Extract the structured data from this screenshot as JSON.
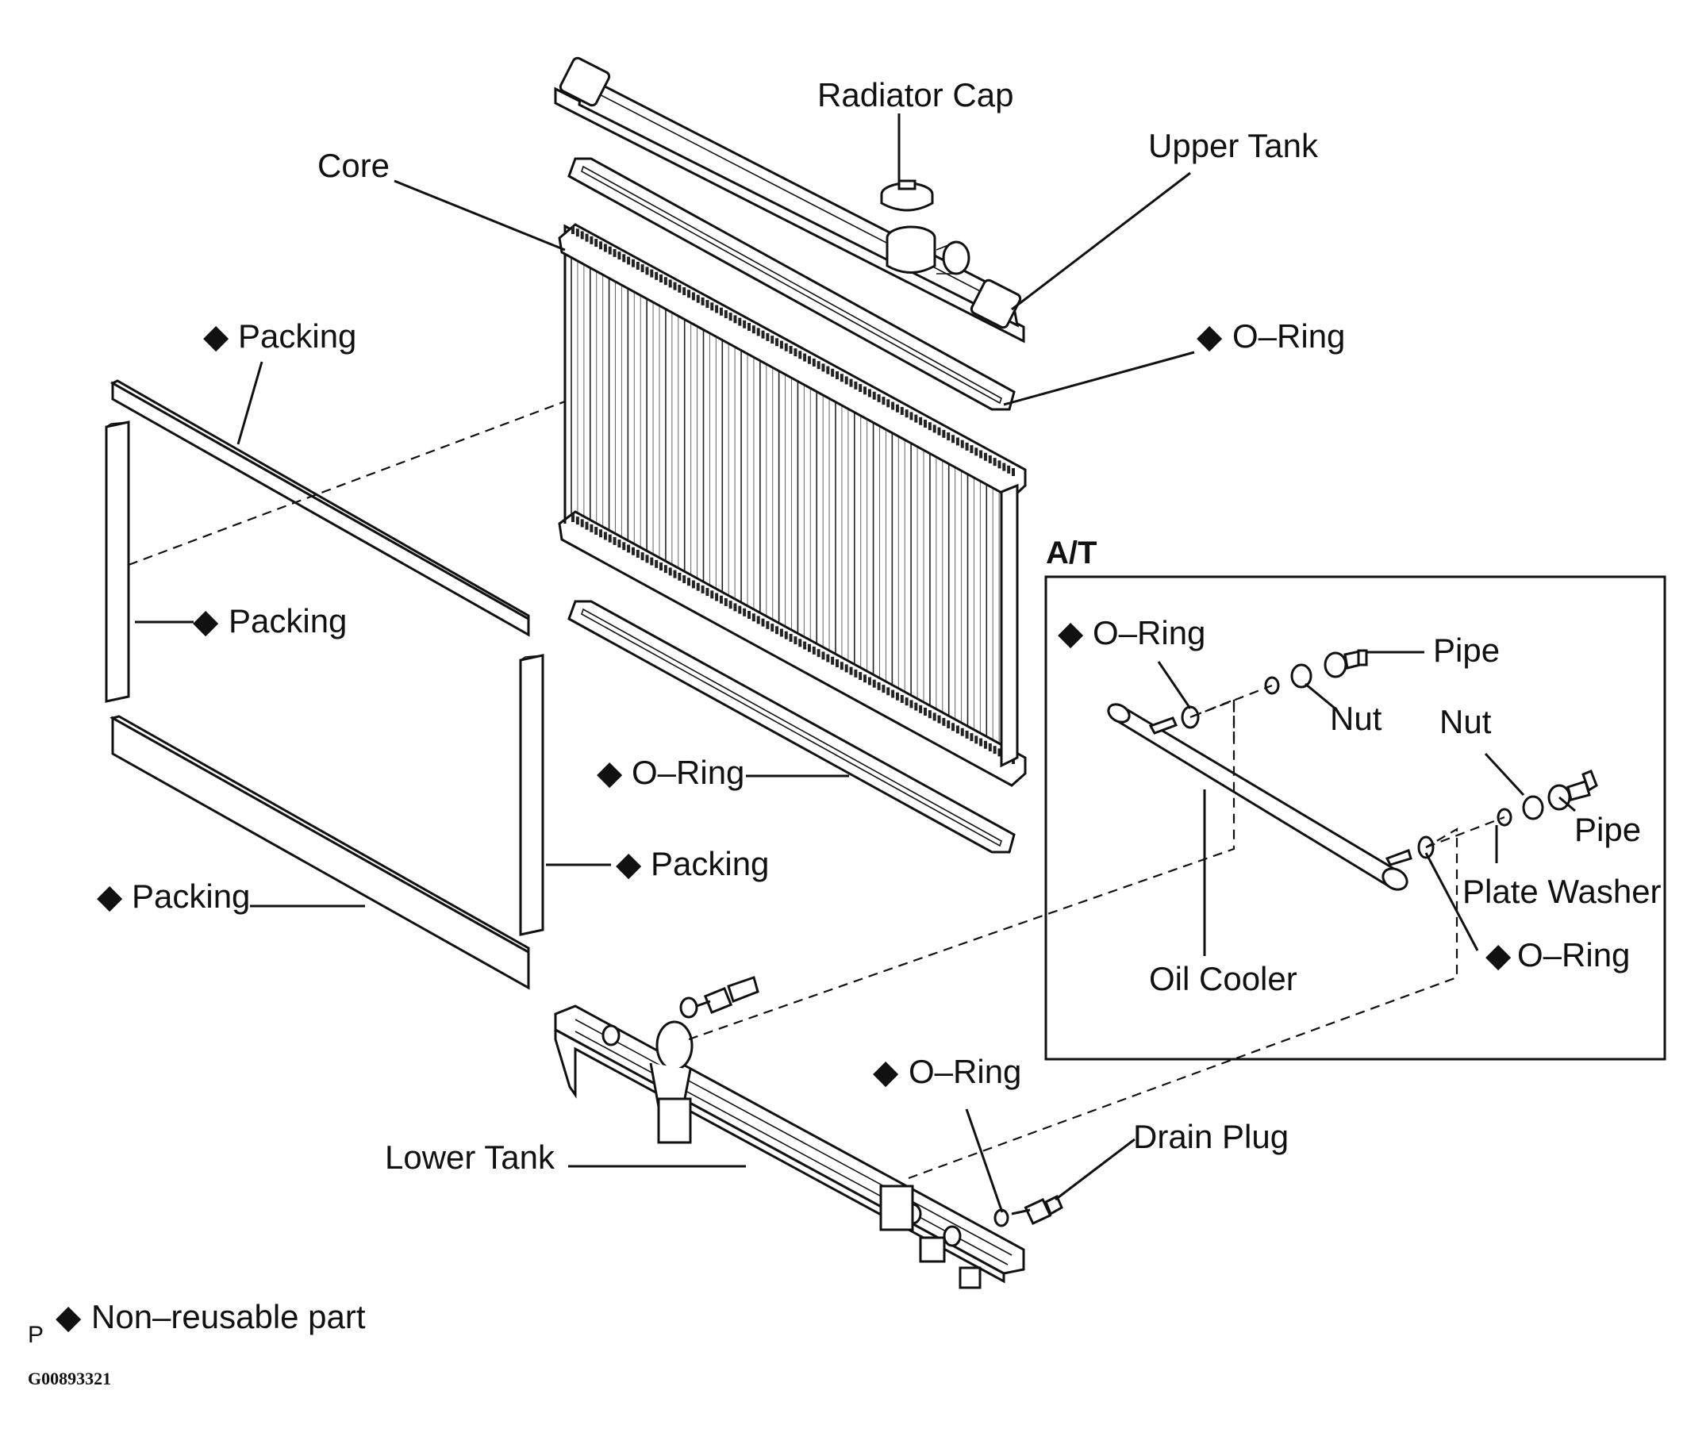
{
  "labels": {
    "radiator_cap": "Radiator Cap",
    "upper_tank": "Upper Tank",
    "core": "Core",
    "packing": "Packing",
    "o_ring": "O–Ring",
    "lower_tank": "Lower Tank",
    "drain_plug": "Drain Plug",
    "at": "A/T",
    "pipe": "Pipe",
    "nut": "Nut",
    "plate_washer": "Plate Washer",
    "oil_cooler": "Oil Cooler"
  },
  "legend": {
    "symbol": "◆",
    "text": "Non–reusable part",
    "prefix": "P"
  },
  "figure_code": "G00893321"
}
